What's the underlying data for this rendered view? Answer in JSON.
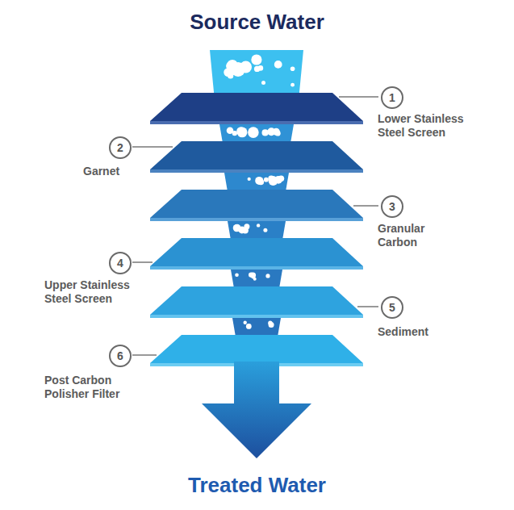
{
  "diagram": {
    "title": "Source Water",
    "caption": "Treated Water",
    "labels": [
      "1",
      "Lower Stainless Steel Screen",
      "2",
      "Garnet",
      "3",
      "Granular Carbon",
      "4",
      "Upper Stainless Steel Screen",
      "5",
      "Sediment",
      "6",
      "Post Carbon Polisher Filter"
    ]
  }
}
